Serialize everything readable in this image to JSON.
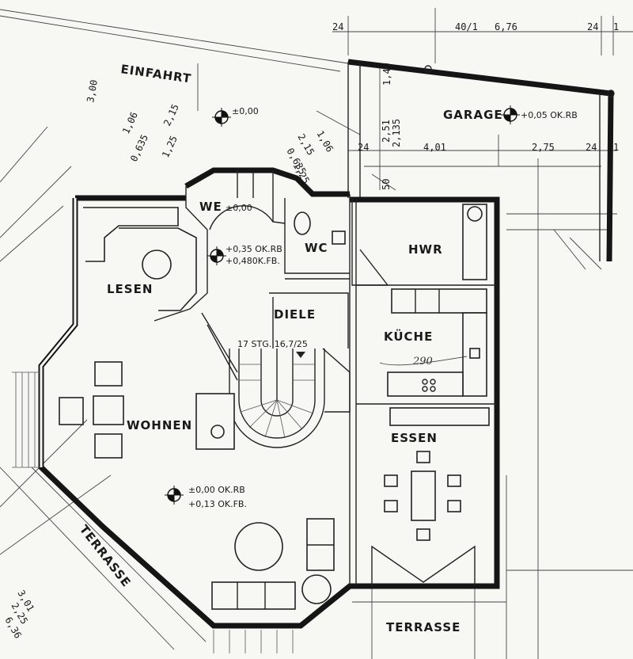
{
  "rooms": {
    "einfahrt": "EINFAHRT",
    "garage": "GARAGE",
    "we": "WE",
    "wc": "WC",
    "hwr": "HWR",
    "lesen": "LESEN",
    "diele": "DIELE",
    "kueche": "KÜCHE",
    "wohnen": "WOHNEN",
    "essen": "ESSEN",
    "terrasse_left": "TERRASSE",
    "terrasse_bottom": "TERRASSE"
  },
  "levels": {
    "entrance": "±0,00",
    "garage": "+0,05 OK.RB",
    "we": "±0,00",
    "diele_rb": "+0,35 OK.RB",
    "diele_fb": "+0,480K.FB.",
    "wohnen_rb": "±0,00 OK.RB",
    "wohnen_fb": "+0,13 OK.FB."
  },
  "stairs": "17 STG. 16,7/25",
  "handwritten_note": "290",
  "dimensions": {
    "top_24_left": "24",
    "top_40_1": "40/1",
    "top_676": "6,76",
    "top_24_right": "24",
    "top_1": "1",
    "d_300": "3,00",
    "d_106_a": "1,06",
    "d_215_a": "2,15",
    "d_635_a": "0,635",
    "d_125_a": "1,25",
    "d_106_b": "1,06",
    "d_215_b": "2,15",
    "d_635_b": "0,635",
    "d_125_b": "1,25",
    "d_24_mid": "24",
    "d_251": "2,51",
    "d_2135": "2,135",
    "d_401": "4,01",
    "d_275": "2,75",
    "d_24_r": "24",
    "d_1_r": "1",
    "d_149": "1,49",
    "d_50": "50",
    "bottom_301": "3,01",
    "bottom_225": "2,25",
    "bottom_636": "6,36"
  }
}
